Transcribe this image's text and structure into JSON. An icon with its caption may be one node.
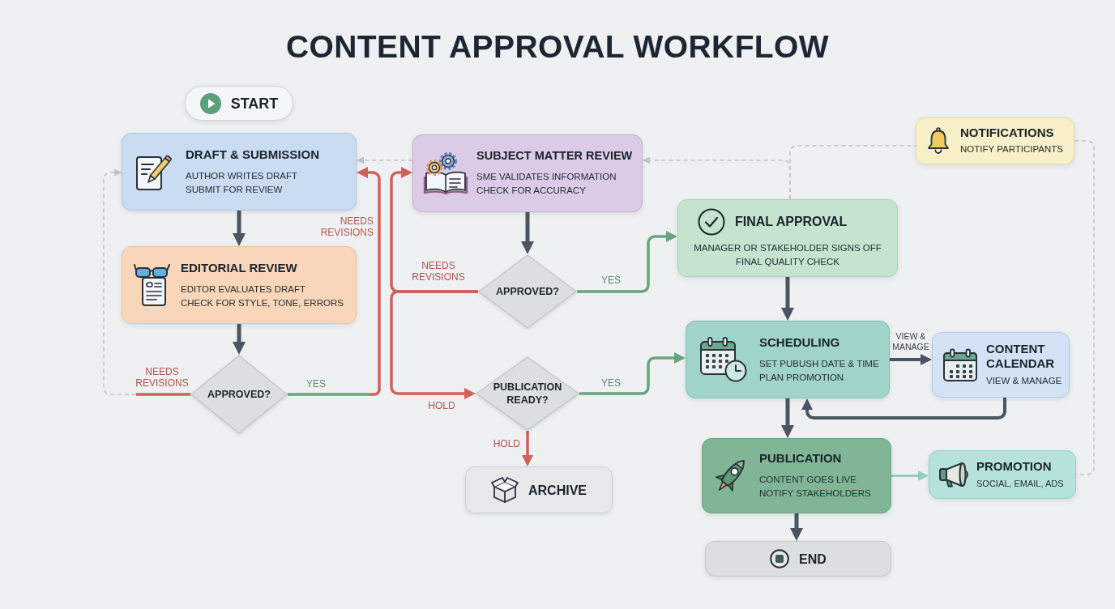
{
  "diagram": {
    "title": "CONTENT APPROVAL WORKFLOW",
    "nodes": [
      {
        "text": [
          "START"
        ]
      },
      {
        "text": [
          "DRAFT & SUBMISSION",
          "AUTHOR WRITES DRAFT",
          "SUBMIT FOR REVIEW"
        ]
      },
      {
        "text": [
          "EDITORIAL REVIEW",
          "EDITOR EVALUATES DRAFT",
          "CHECK FOR STYLE, TONE, ERRORS"
        ]
      },
      {
        "text": [
          "APPROVED?"
        ]
      },
      {
        "text": [
          "SUBJECT MATTER REVIEW",
          "SME VALIDATES INFORMATION",
          "CHECK FOR ACCURACY"
        ]
      },
      {
        "text": [
          "APPROVED?"
        ]
      },
      {
        "text": [
          "PUBLICATION READY?"
        ]
      },
      {
        "text": [
          "ARCHIVE"
        ]
      },
      {
        "text": [
          "NOTIFICATIONS",
          "NOTIFY PARTICIPANTS"
        ]
      },
      {
        "text": [
          "FINAL APPROVAL",
          "MANAGER OR STAKEHOLDER SIGNS OFF",
          "FINAL QUALITY CHECK"
        ]
      },
      {
        "text": [
          "SCHEDULING",
          "SET PUBUSH DATE & TIME",
          "PLAN PROMOTION"
        ]
      },
      {
        "text": [
          "CONTENT CALENDAR",
          "VIEW & MANAGE"
        ]
      },
      {
        "text": [
          "PUBLICATION",
          "CONTENT GOES LIVE",
          "NOTIFY STAKEHOLDERS"
        ]
      },
      {
        "text": [
          "PROMOTION",
          "SOCIAL, EMAIL, ADS"
        ]
      },
      {
        "text": [
          "END"
        ]
      }
    ],
    "edges": [
      {
        "from": 1,
        "to": 2,
        "arrow": "to"
      },
      {
        "from": 2,
        "to": 3,
        "arrow": "to"
      },
      {
        "from": 3,
        "to": 1,
        "arrow": "to",
        "label": "NEEDS REVISIONS",
        "style": "dashed",
        "color": "#bfc4ca"
      },
      {
        "from": 3,
        "to": 1,
        "arrow": "to",
        "label": "YES",
        "color": "#d0625a"
      },
      {
        "from": 4,
        "to": 5,
        "arrow": "to"
      },
      {
        "from": 5,
        "to": 4,
        "arrow": "to",
        "label": "NEEDS REVISIONS",
        "color": "#d0625a"
      },
      {
        "from": 5,
        "to": 6,
        "arrow": "to",
        "label": "HOLD",
        "color": "#d0625a"
      },
      {
        "from": 5,
        "to": 9,
        "arrow": "to",
        "label": "YES",
        "color": "#68a57c"
      },
      {
        "from": 6,
        "to": 7,
        "arrow": "to",
        "label": "HOLD",
        "color": "#d0625a"
      },
      {
        "from": 6,
        "to": 10,
        "arrow": "to",
        "label": "YES",
        "color": "#68a57c"
      },
      {
        "from": 9,
        "to": 10,
        "arrow": "to"
      },
      {
        "from": 10,
        "to": 11,
        "arrow": "to",
        "label": "VIEW & MANAGE"
      },
      {
        "from": 11,
        "to": 10,
        "arrow": "to"
      },
      {
        "from": 10,
        "to": 12,
        "arrow": "to"
      },
      {
        "from": 12,
        "to": 13,
        "arrow": "to",
        "color": "#8fd0c5"
      },
      {
        "from": 12,
        "to": 14,
        "arrow": "to"
      },
      {
        "from": 4,
        "to": 1,
        "arrow": "to",
        "style": "dashed",
        "color": "#bfc4ca"
      },
      {
        "from": 9,
        "to": 4,
        "arrow": "to",
        "style": "dashed",
        "color": "#bfc4ca"
      },
      {
        "from": 9,
        "to": 8,
        "arrow": "none",
        "style": "dashed",
        "color": "#bfc4ca"
      },
      {
        "from": 8,
        "to": 13,
        "arrow": "none",
        "style": "dashed",
        "color": "#bfc4ca"
      }
    ],
    "labels": [
      "NEEDS REVISIONS"
    ]
  }
}
